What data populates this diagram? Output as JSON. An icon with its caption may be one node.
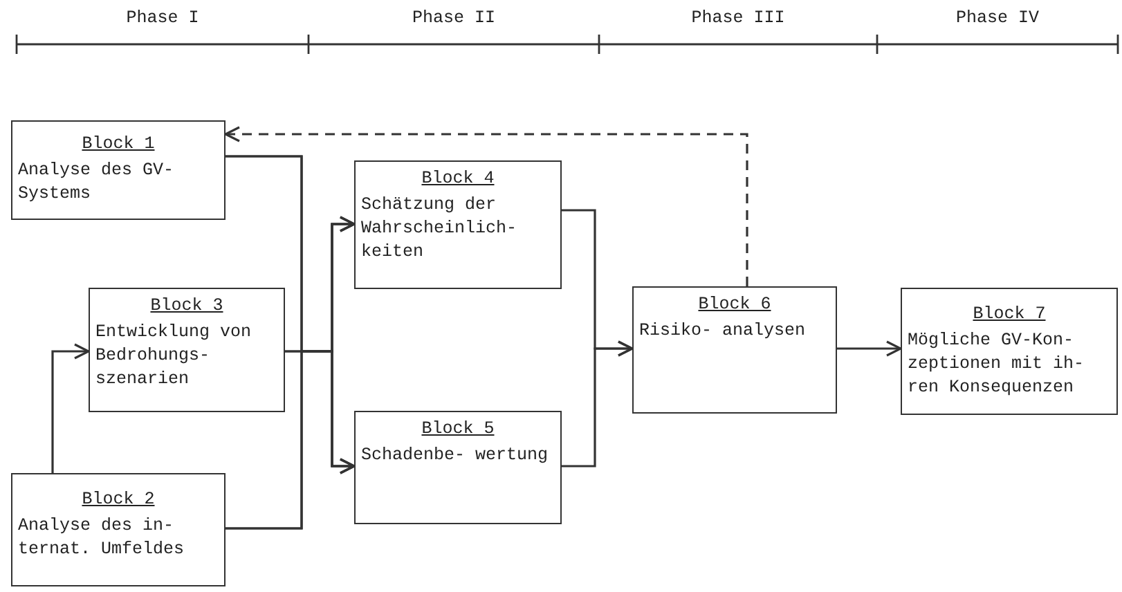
{
  "diagram": {
    "nodes": [
      {
        "text": [
          "Block 1",
          "Analyse des GV-Systems"
        ]
      },
      {
        "text": [
          "Block 3",
          "Entwicklung von Bedrohungs- szenarien"
        ]
      },
      {
        "text": [
          "Block 2",
          "Analyse des in- ternat. Umfeldes"
        ]
      },
      {
        "text": [
          "Block 4",
          "Schätzung der Wahrscheinlich- keiten"
        ]
      },
      {
        "text": [
          "Block 5",
          "Schadenbe- wertung"
        ]
      },
      {
        "text": [
          "Block 6",
          "Risiko- analysen"
        ]
      },
      {
        "text": [
          "Block 7",
          "Mögliche GV-Kon- zeptionen mit ih- ren Konsequenzen"
        ]
      }
    ],
    "edges": [
      {
        "from": 2,
        "to": 1,
        "arrow": "to"
      },
      {
        "from": 0,
        "to": 3,
        "arrow": "to"
      },
      {
        "from": 0,
        "to": 4,
        "arrow": "to"
      },
      {
        "from": 1,
        "to": 3,
        "arrow": "to"
      },
      {
        "from": 1,
        "to": 4,
        "arrow": "to"
      },
      {
        "from": 2,
        "to": 3,
        "arrow": "to"
      },
      {
        "from": 2,
        "to": 4,
        "arrow": "to"
      },
      {
        "from": 3,
        "to": 5,
        "arrow": "to"
      },
      {
        "from": 4,
        "to": 5,
        "arrow": "to"
      },
      {
        "from": 5,
        "to": 6,
        "arrow": "to"
      },
      {
        "from": 5,
        "to": 0,
        "arrow": "to",
        "style": "dashed"
      }
    ],
    "labels": [
      "Phase I",
      "Phase II",
      "Phase III",
      "Phase IV"
    ]
  }
}
